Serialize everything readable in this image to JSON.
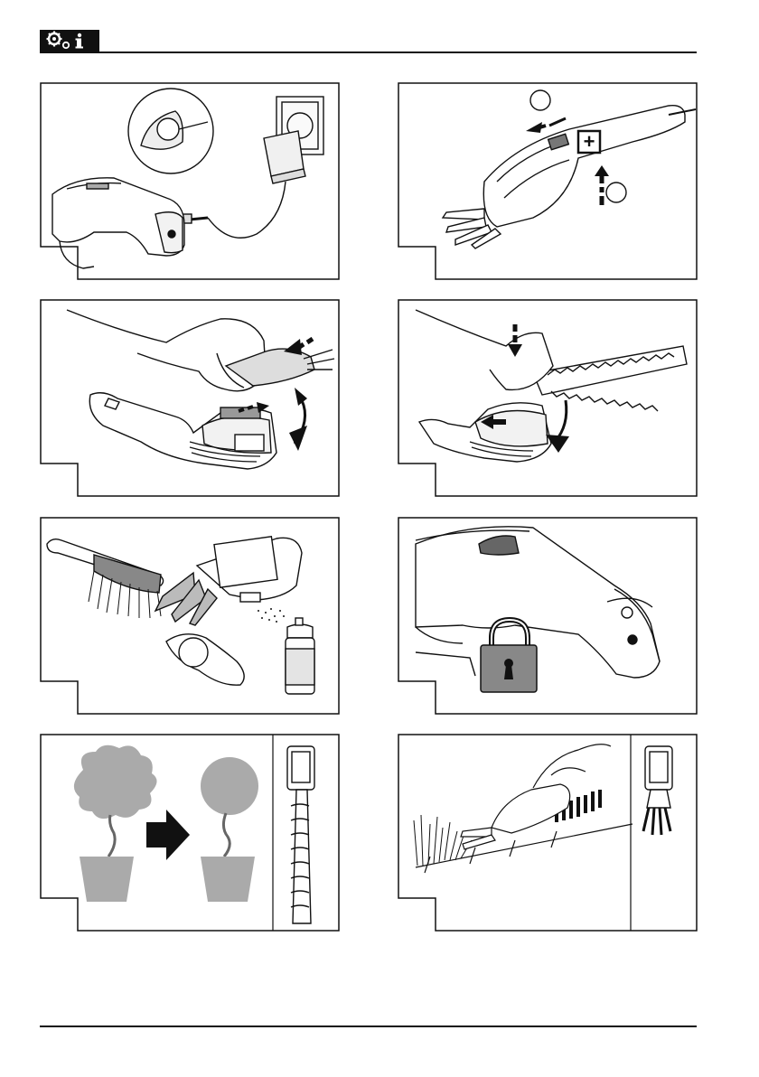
{
  "header": {
    "badge_icons": [
      "gears-icon",
      "info-icon"
    ],
    "colors": {
      "ink": "#111111",
      "paper": "#ffffff",
      "tone": "#a8a8a8",
      "tone_dark": "#6e6e6e"
    }
  },
  "panels": [
    {
      "id": "charging",
      "icon": "charger-plug-icon"
    },
    {
      "id": "switch",
      "icon": "power-switch-icon",
      "step_numbers": [
        "",
        ""
      ],
      "symbol": "+"
    },
    {
      "id": "remove-blade",
      "icon": "remove-blade-icon"
    },
    {
      "id": "attach-blade",
      "icon": "attach-blade-icon"
    },
    {
      "id": "cleaning",
      "icon": "brush-spray-icon"
    },
    {
      "id": "storage",
      "icon": "padlock-icon"
    },
    {
      "id": "hedge-shaping",
      "icon": "topiary-icon"
    },
    {
      "id": "grass-cutting",
      "icon": "grass-shear-icon"
    }
  ]
}
